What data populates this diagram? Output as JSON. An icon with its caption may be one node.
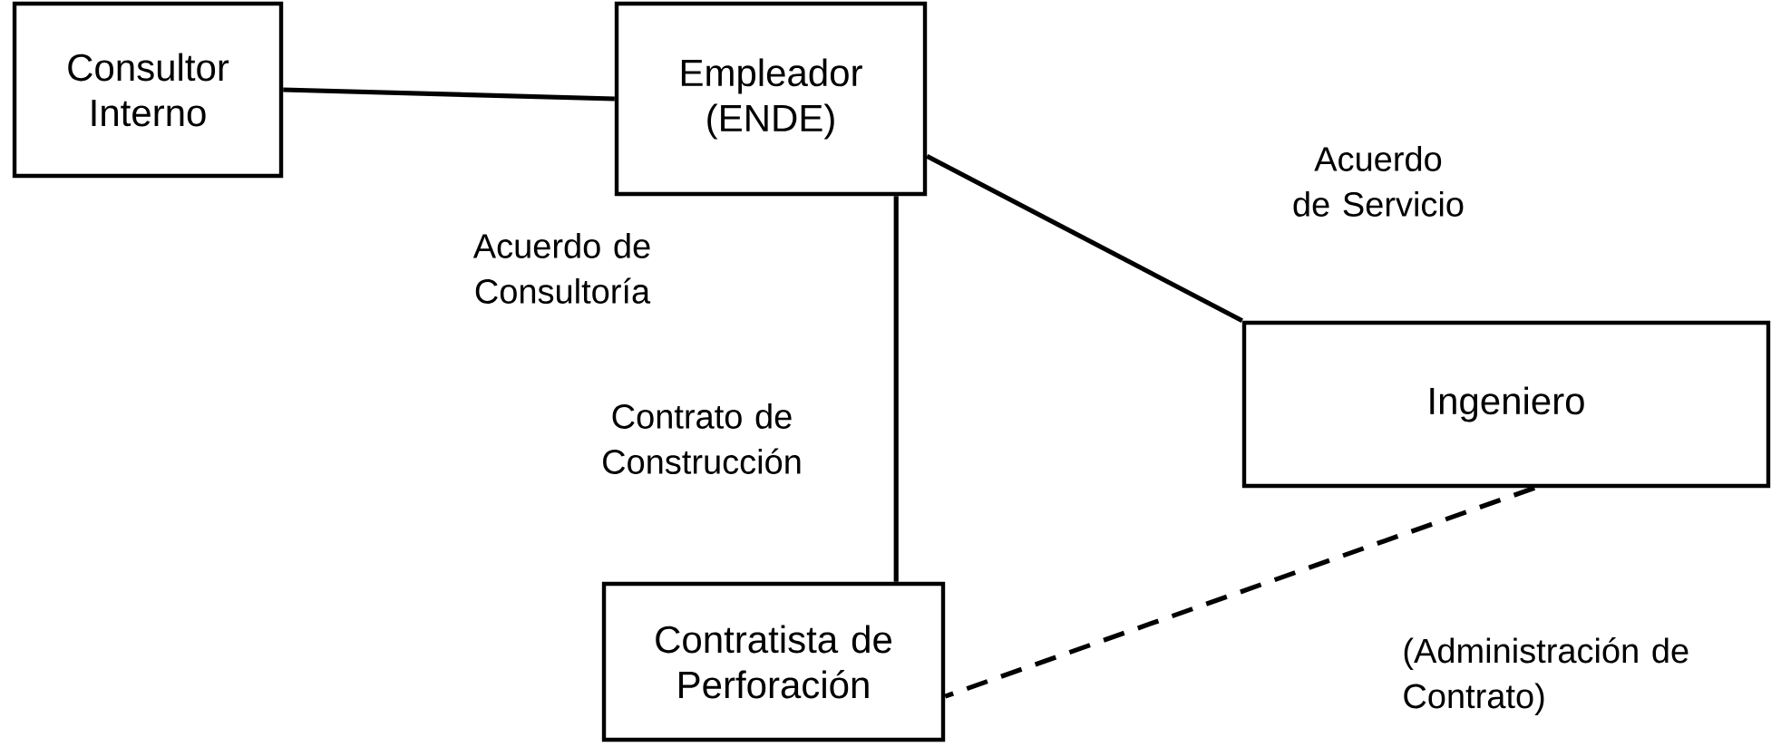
{
  "diagram": {
    "nodes": [
      {
        "text": [
          "Consultor Interno"
        ]
      },
      {
        "text": [
          "Empleador (ENDE)"
        ]
      },
      {
        "text": [
          "Ingeniero"
        ]
      },
      {
        "text": [
          "Contratista de Perforación"
        ]
      }
    ],
    "edges": [
      {
        "from": 0,
        "to": 1,
        "arrow": "none",
        "label": "Acuerdo de Consultoría"
      },
      {
        "from": 1,
        "to": 2,
        "arrow": "none",
        "label": "Acuerdo de Servicio"
      },
      {
        "from": 1,
        "to": 3,
        "arrow": "none",
        "label": "Contrato de Construcción"
      },
      {
        "from": 2,
        "to": 3,
        "arrow": "none",
        "label": "(Administración de Contrato)",
        "style": "dashed"
      }
    ]
  }
}
